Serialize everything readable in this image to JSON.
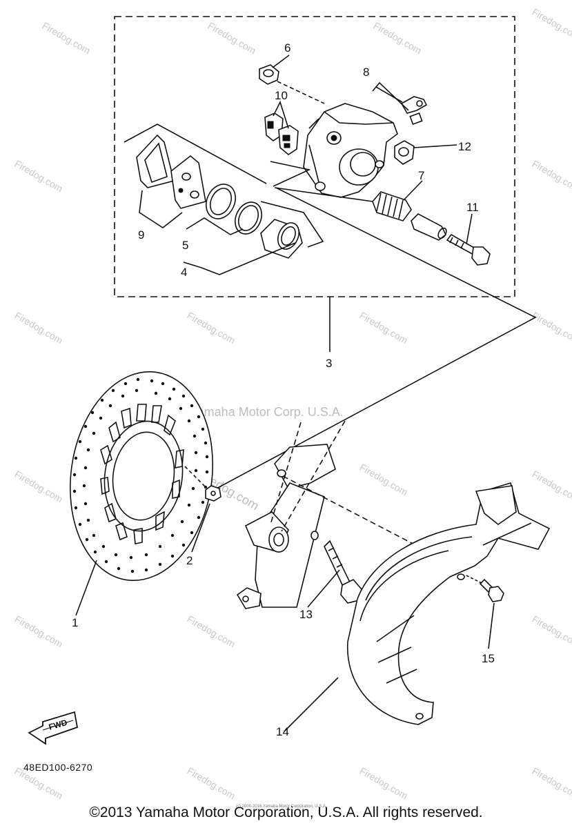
{
  "diagram": {
    "part_callouts": [
      "1",
      "2",
      "3",
      "4",
      "5",
      "6",
      "7",
      "8",
      "9",
      "10",
      "11",
      "12",
      "13",
      "14",
      "15"
    ],
    "direction_badge": "FWD",
    "diagram_code": "48ED100-6270",
    "watermark_source": "Yamaha Motor Corp. U.S.A.",
    "watermark_site": "Firedog.com",
    "watermark_small": "(c) 2000-2016 Yamaha Motor Corporation, U.S.A.",
    "copyright": "©2013 Yamaha Motor Corporation, U.S.A. All rights reserved."
  }
}
